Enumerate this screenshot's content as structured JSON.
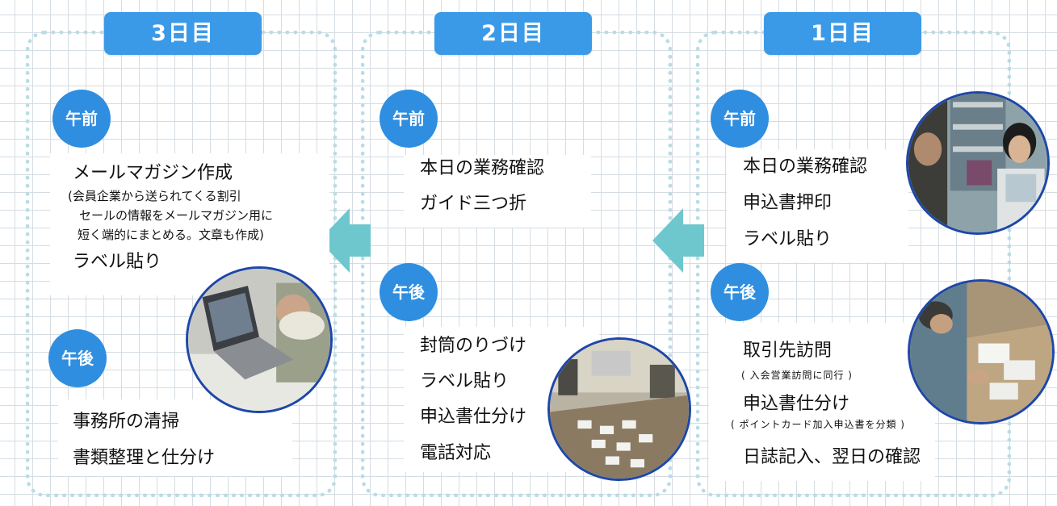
{
  "days": {
    "day3": {
      "label": "3日目",
      "am_label": "午前",
      "am_items": [
        "メールマガジン作成",
        "ラベル貼り"
      ],
      "am_note": [
        "(会員企業から送られてくる割引",
        "セールの情報をメールマガジン用に",
        "短く端的にまとめる。文章も作成)"
      ],
      "pm_label": "午後",
      "pm_items": [
        "事務所の清掃",
        "書類整理と仕分け"
      ]
    },
    "day2": {
      "label": "2日目",
      "am_label": "午前",
      "am_items": [
        "本日の業務確認",
        "ガイド三つ折"
      ],
      "pm_label": "午後",
      "pm_items": [
        "封筒のりづけ",
        "ラベル貼り",
        "申込書仕分け",
        "電話対応"
      ]
    },
    "day1": {
      "label": "1日目",
      "am_label": "午前",
      "am_items": [
        "本日の業務確認",
        "申込書押印",
        "ラベル貼り"
      ],
      "pm_label": "午後",
      "pm_items": [
        "取引先訪問",
        "申込書仕分け",
        "日誌記入、翌日の確認"
      ],
      "pm_notes": [
        "( 入会営業訪問に同行 )",
        "( ポイントカード加入申込書を分類 )"
      ]
    }
  },
  "colors": {
    "tab": "#3b9ae8",
    "badge": "#2f8ee0",
    "arrow": "#6fc7ce",
    "panel_border": "#b9dde6",
    "photo_border": "#1d47a8"
  }
}
